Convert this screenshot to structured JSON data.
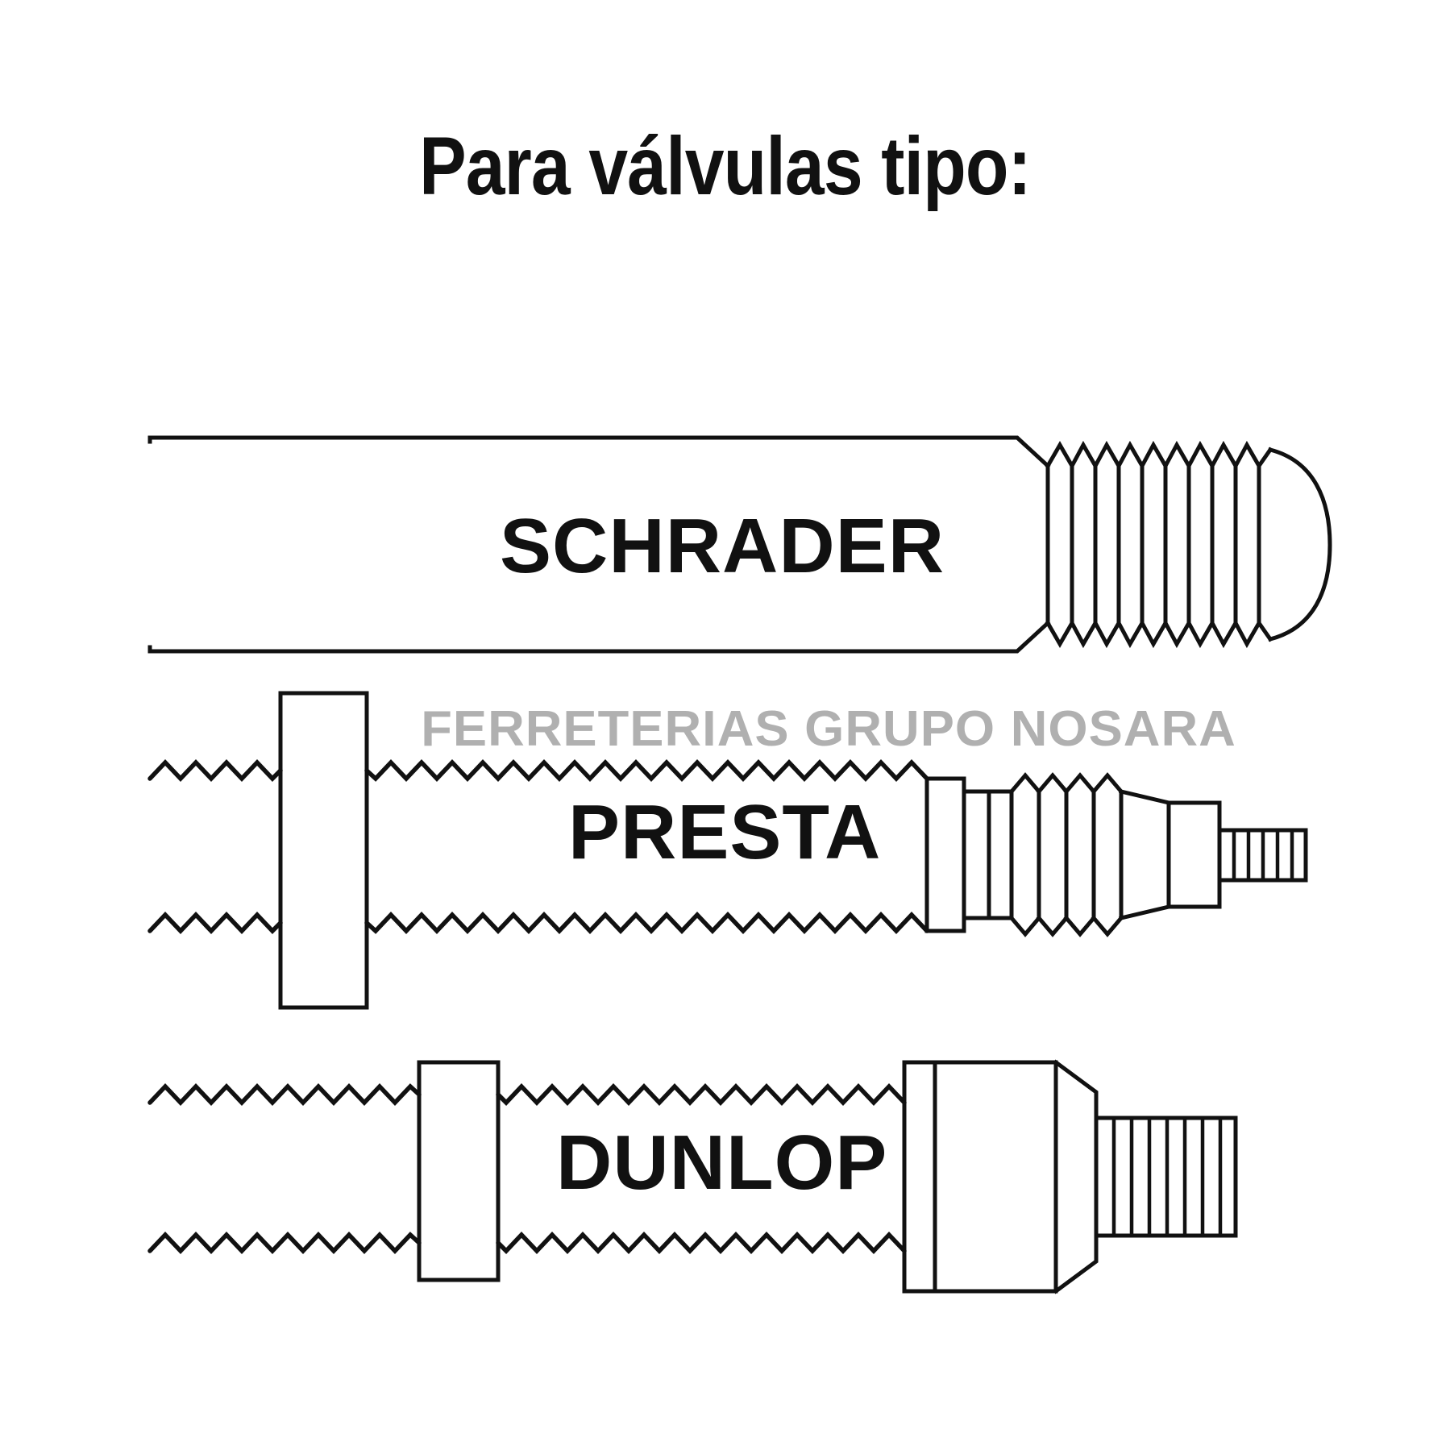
{
  "page": {
    "title": "Para válvulas tipo:",
    "background_color": "#ffffff",
    "ink_color": "#111111"
  },
  "watermark": {
    "text": "FERRETERIAS GRUPO NOSARA",
    "color": "#b0b0b0"
  },
  "valves": [
    {
      "id": "schrader",
      "label": "SCHRADER",
      "description": "Wide straight stem with threaded rounded tip",
      "order": 1
    },
    {
      "id": "presta",
      "label": "PRESTA",
      "description": "Narrow zigzag-walled stem with collar nut and tapered knurled tip",
      "order": 2
    },
    {
      "id": "dunlop",
      "label": "DUNLOP",
      "description": "Zigzag-walled stem with collar and hexagonal head with threaded tip",
      "order": 3
    }
  ]
}
